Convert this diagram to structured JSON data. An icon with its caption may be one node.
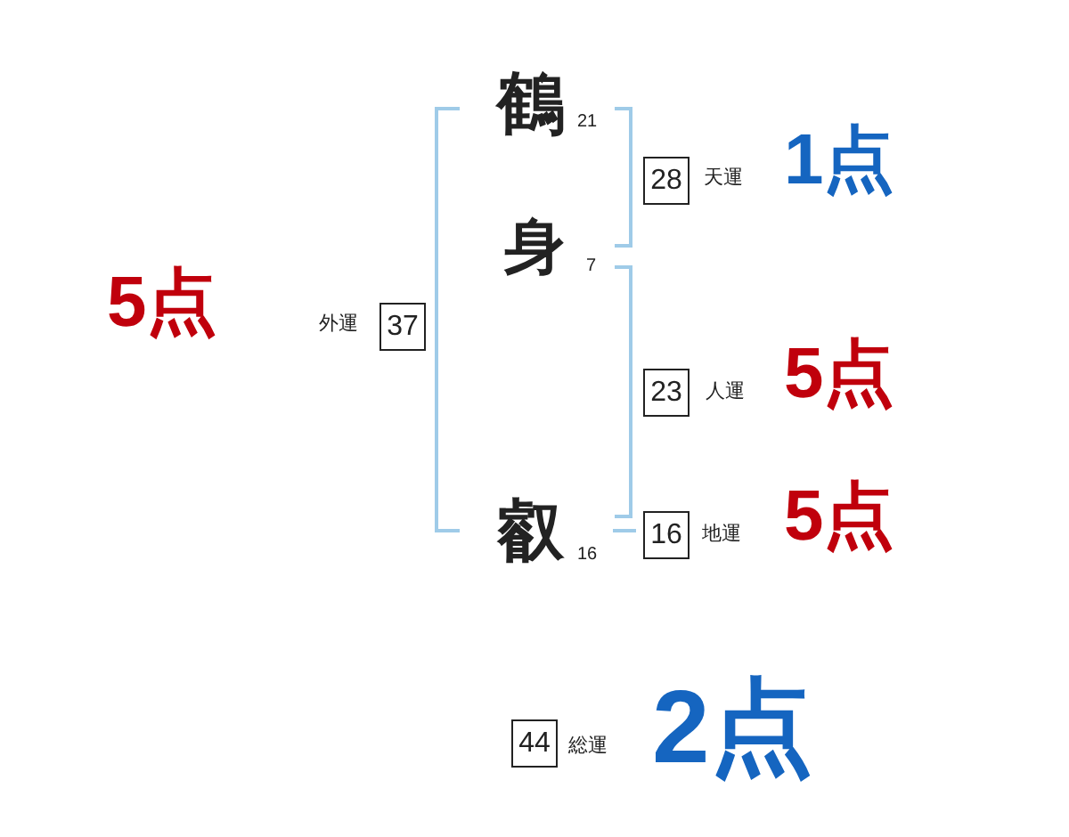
{
  "diagram": {
    "nodes": [
      {
        "text": [
          "28"
        ],
        "beside": [
          "天運",
          "1点"
        ]
      },
      {
        "text": [
          "37"
        ],
        "beside": [
          "外運",
          "5点"
        ]
      },
      {
        "text": [
          "23"
        ],
        "beside": [
          "人運",
          "5点"
        ]
      },
      {
        "text": [
          "16"
        ],
        "beside": [
          "地運",
          "5点"
        ]
      },
      {
        "text": [
          "44"
        ],
        "beside": [
          "総運",
          "2点"
        ]
      }
    ],
    "labels": [
      "鶴",
      "21",
      "身",
      "7",
      "叡",
      "16"
    ]
  }
}
